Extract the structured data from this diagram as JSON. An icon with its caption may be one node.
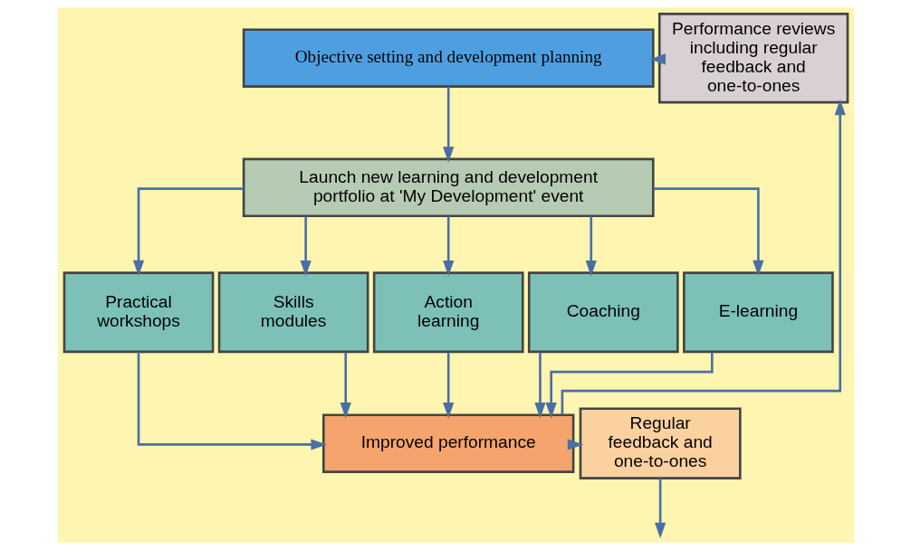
{
  "diagram": {
    "nodes": [
      {
        "text": [
          "Objective setting and development planning"
        ]
      },
      {
        "text": [
          "Performance reviews including regular feedback and one-to-ones"
        ]
      },
      {
        "text": [
          "Launch new learning and development portfolio at 'My Development' event"
        ]
      },
      {
        "text": [
          "Practical workshops"
        ]
      },
      {
        "text": [
          "Skills modules"
        ]
      },
      {
        "text": [
          "Action learning"
        ]
      },
      {
        "text": [
          "Coaching"
        ]
      },
      {
        "text": [
          "E-learning"
        ]
      },
      {
        "text": [
          "Improved performance"
        ]
      },
      {
        "text": [
          "Regular feedback and one-to-ones"
        ]
      }
    ],
    "edges": [
      {
        "from": 1,
        "to": 0,
        "arrow": "to"
      },
      {
        "from": 0,
        "to": 2,
        "arrow": "to"
      },
      {
        "from": 2,
        "to": 3,
        "arrow": "to"
      },
      {
        "from": 2,
        "to": 4,
        "arrow": "to"
      },
      {
        "from": 2,
        "to": 5,
        "arrow": "to"
      },
      {
        "from": 2,
        "to": 6,
        "arrow": "to"
      },
      {
        "from": 2,
        "to": 7,
        "arrow": "to"
      },
      {
        "from": 3,
        "to": 8,
        "arrow": "to"
      },
      {
        "from": 4,
        "to": 8,
        "arrow": "to"
      },
      {
        "from": 5,
        "to": 8,
        "arrow": "to"
      },
      {
        "from": 6,
        "to": 8,
        "arrow": "to"
      },
      {
        "from": 7,
        "to": 8,
        "arrow": "to"
      },
      {
        "from": 8,
        "to": 9,
        "arrow": "to"
      },
      {
        "from": 8,
        "to": 1,
        "arrow": "to"
      },
      {
        "from": 9,
        "to": null,
        "arrow": "to"
      }
    ]
  }
}
